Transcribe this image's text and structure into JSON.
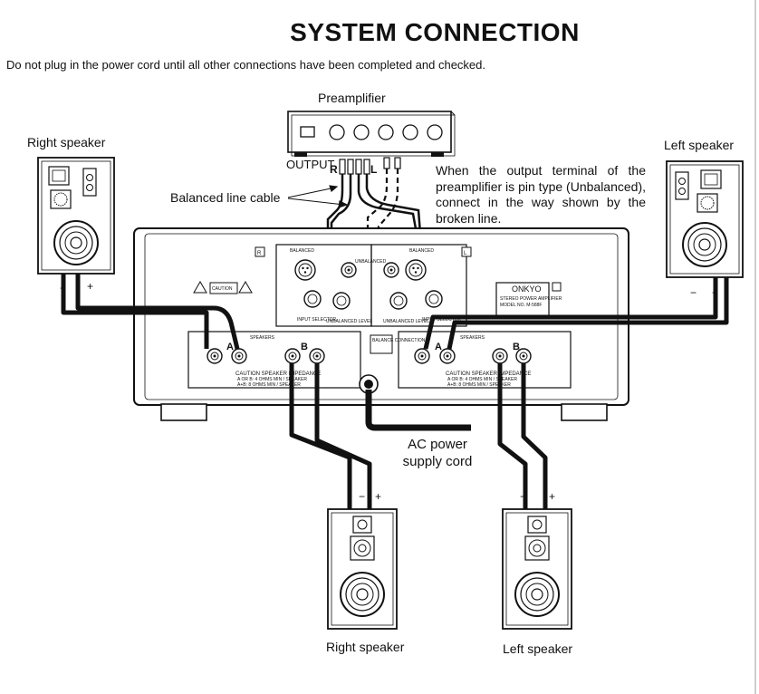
{
  "title": "SYSTEM CONNECTION",
  "intro": "Do not plug in the power cord until all other connections have been completed and checked.",
  "labels": {
    "preamplifier": "Preamplifier",
    "output": "OUTPUT",
    "r": "R",
    "l": "L",
    "balanced_line_cable": "Balanced line cable",
    "note": "When the output terminal of the preamplifier is pin type (Unbalanced), connect in the way shown by the broken line.",
    "right_speaker_top": "Right speaker",
    "left_speaker_top": "Left speaker",
    "right_speaker_bottom": "Right speaker",
    "left_speaker_bottom": "Left speaker",
    "ac_power": "AC power supply cord"
  },
  "amp_panel": {
    "badge_r": "R",
    "badge_l": "L",
    "balanced_r": "BALANCED",
    "balanced_l": "BALANCED",
    "unbalanced": "UNBALANCED",
    "caution": "CAUTION",
    "speakers": "SPEAKERS",
    "terminal_a": "A",
    "terminal_b": "B",
    "caution_impedance": "CAUTION SPEAKER IMPEDANCE",
    "impedance_line1": "A OR B: 4 OHMS MIN / SPEAKER",
    "impedance_line2": "A+B: 8 OHMS MIN / SPEAKER",
    "brand": "ONKYO",
    "model_line1": "STEREO POWER AMPLIFIER",
    "model_line2": "MODEL NO. M-588F",
    "input_selector": "INPUT SELECTOR",
    "unbalanced_level": "UNBALANCED LEVEL",
    "balance_connection": "BALANCE CONNECTION"
  },
  "speaker_polarity": {
    "minus": "−",
    "plus": "+"
  }
}
